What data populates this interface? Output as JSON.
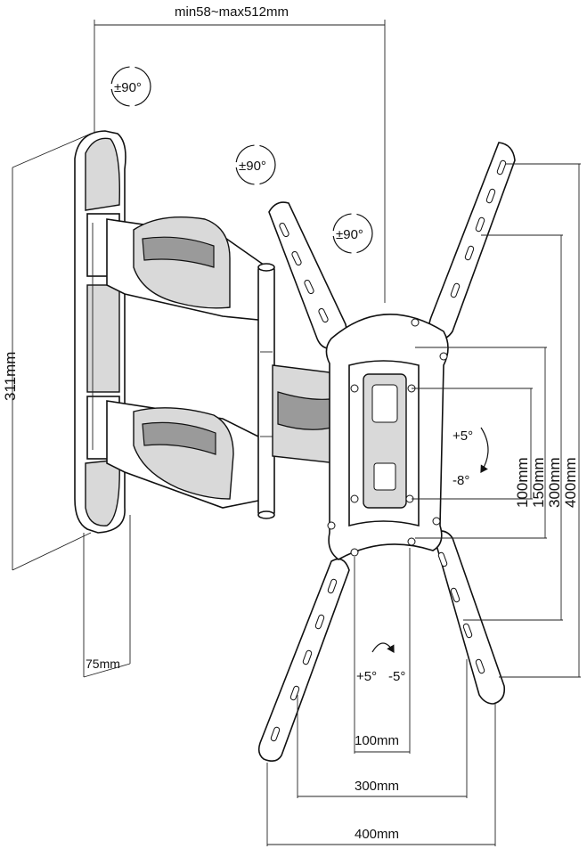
{
  "dimensions": {
    "reach": "min58~max512mm",
    "height": "311mm",
    "depth": "75mm",
    "vesa_v_100": "100mm",
    "vesa_v_150": "150mm",
    "vesa_v_300": "300mm",
    "vesa_v_400": "400mm",
    "vesa_h_100": "100mm",
    "vesa_h_300": "300mm",
    "vesa_h_400": "400mm"
  },
  "rotation": {
    "swivel_wall": "±90°",
    "swivel_arm": "±90°",
    "swivel_plate": "±90°"
  },
  "tilt": {
    "up": "+5°",
    "down": "-8°"
  },
  "level": {
    "plus": "+5°",
    "minus": "-5°"
  }
}
